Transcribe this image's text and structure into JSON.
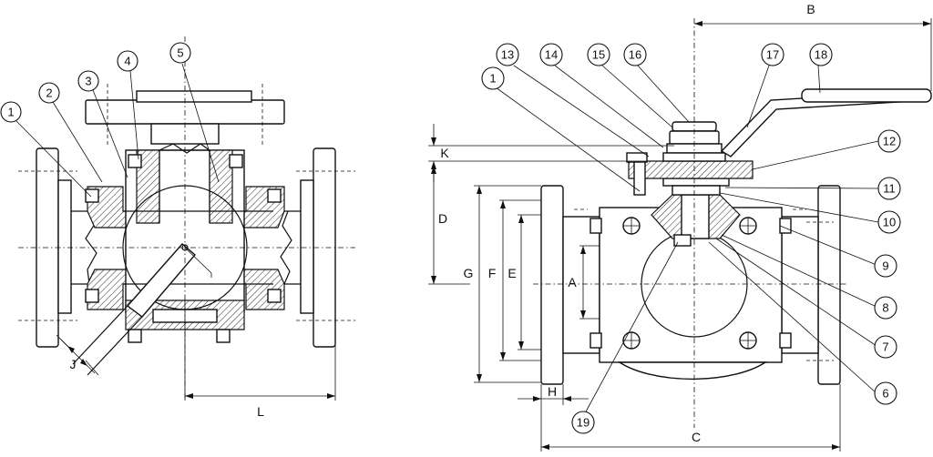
{
  "left_view": {
    "callouts": [
      "1",
      "2",
      "3",
      "4",
      "5"
    ],
    "dimensions": {
      "j": "J",
      "l": "L"
    }
  },
  "right_view": {
    "callouts_top": [
      "13",
      "14",
      "15",
      "16",
      "17",
      "18",
      "1"
    ],
    "callouts_right": [
      "12",
      "11",
      "10",
      "9",
      "8",
      "7",
      "6"
    ],
    "callout_bottom": "19",
    "dimensions": {
      "b": "B",
      "k": "K",
      "d": "D",
      "g": "G",
      "f": "F",
      "e": "E",
      "a": "A",
      "h": "H",
      "c": "C"
    }
  }
}
